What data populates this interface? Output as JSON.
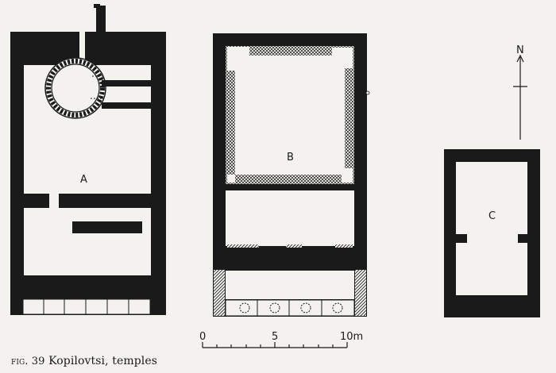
{
  "caption": {
    "prefix": "fig. 39",
    "text": "Kopilovtsi, temples"
  },
  "plans": {
    "a": {
      "label": "A"
    },
    "b": {
      "label": "B"
    },
    "c": {
      "label": "C"
    }
  },
  "north_arrow": {
    "label": "N"
  },
  "scale_bar": {
    "ticks": [
      "0",
      "5",
      "10m"
    ]
  },
  "colors": {
    "wall": "#1a1a1a",
    "paper": "#f3f2ee"
  }
}
